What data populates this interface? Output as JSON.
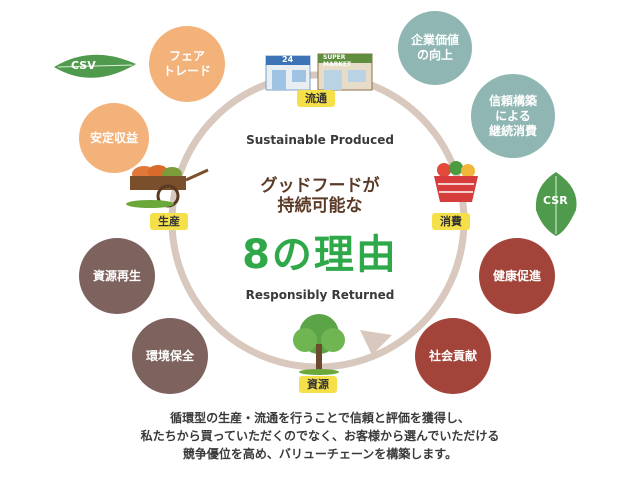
{
  "center": {
    "title_line1": "グッドフードが",
    "title_line2": "持続可能な",
    "headline": "8の理由"
  },
  "ring": {
    "top": "Sustainable Produced",
    "bottom": "Responsibly Returned"
  },
  "stages": {
    "distribution": "流通",
    "production": "生産",
    "consumption": "消費",
    "resources": "資源"
  },
  "left_bubbles": [
    {
      "label": "フェア\nトレード",
      "color": "#f3b27a"
    },
    {
      "label": "安定収益",
      "color": "#f3b27a"
    },
    {
      "label": "資源再生",
      "color": "#7d625d"
    },
    {
      "label": "環境保全",
      "color": "#7d625d"
    }
  ],
  "right_bubbles": [
    {
      "label": "企業価値\nの向上",
      "color": "#8fb6b3"
    },
    {
      "label": "信頼構築\nによる\n継続消費",
      "color": "#8fb6b3"
    },
    {
      "label": "健康促進",
      "color": "#a2443a"
    },
    {
      "label": "社会貢献",
      "color": "#a2443a"
    }
  ],
  "leaves": {
    "csv": "CSV",
    "csr": "CSR"
  },
  "shop": {
    "store_sign": "24",
    "supermarket_sign": "SUPER MARKET"
  },
  "footer": {
    "line1": "循環型の生産・流通を行うことで信頼と評価を獲得し、",
    "line2": "私たちから買っていただくのでなく、お客様から選んでいただける",
    "line3": "競争優位を高め、バリューチェーンを構築します。"
  },
  "colors": {
    "ring": "#d8c8bd",
    "tag": "#f6e04a",
    "headline_green": "#2fa84a",
    "title_brown": "#5b3b27",
    "leaf_green": "#4f9a4c"
  }
}
